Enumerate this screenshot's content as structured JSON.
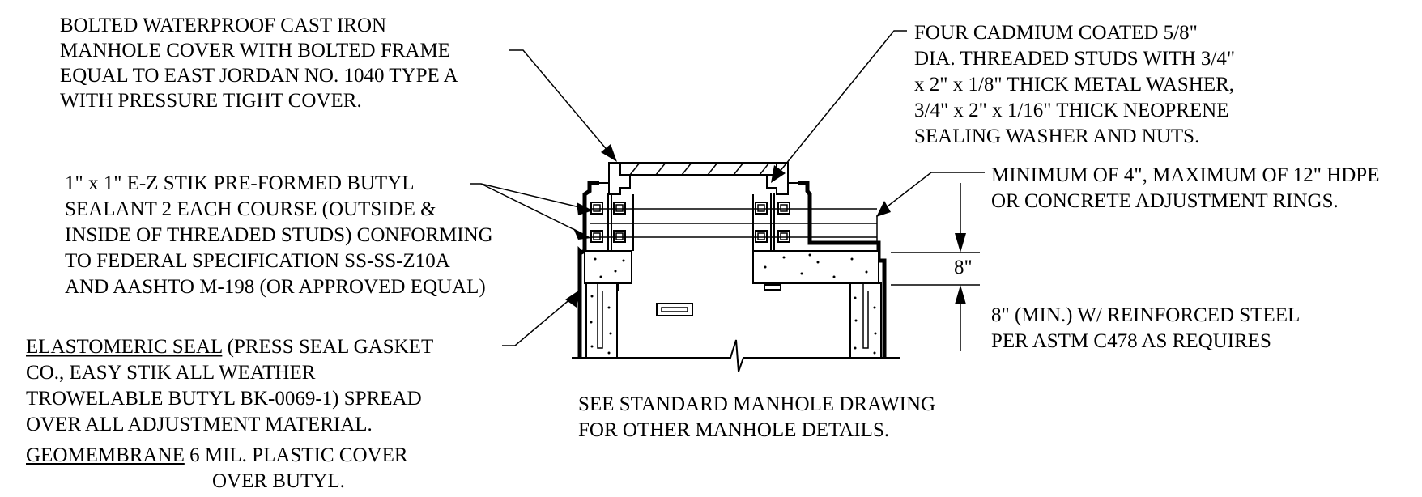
{
  "notes": {
    "cover": {
      "lines": [
        "BOLTED WATERPROOF CAST IRON",
        "MANHOLE COVER WITH BOLTED FRAME",
        "EQUAL TO EAST JORDAN NO. 1040 TYPE A",
        "WITH PRESSURE TIGHT COVER."
      ]
    },
    "studs": {
      "lines": [
        "FOUR CADMIUM COATED 5/8\"",
        "DIA. THREADED STUDS WITH 3/4\"",
        "x 2\" x 1/8\" THICK METAL WASHER,",
        "3/4\" x 2\" x 1/16\" THICK NEOPRENE",
        "SEALING WASHER AND NUTS."
      ]
    },
    "butyl": {
      "lines": [
        "1\" x 1\" E-Z STIK PRE-FORMED BUTYL",
        "SEALANT 2 EACH COURSE (OUTSIDE &",
        "INSIDE OF THREADED STUDS) CONFORMING",
        "TO FEDERAL SPECIFICATION SS-SS-Z10A",
        "AND AASHTO M-198 (OR APPROVED EQUAL)"
      ]
    },
    "rings": {
      "lines": [
        "MINIMUM OF 4\", MAXIMUM OF 12\" HDPE",
        "OR CONCRETE ADJUSTMENT RINGS."
      ]
    },
    "slab": {
      "dimension": "8\"",
      "lines": [
        "8\" (MIN.) W/ REINFORCED STEEL",
        "PER ASTM C478 AS REQUIRES"
      ]
    },
    "seal": {
      "underlined": "ELASTOMERIC SEAL",
      "first_line_rest": " (PRESS SEAL GASKET",
      "lines": [
        "CO., EASY STIK ALL WEATHER",
        "TROWELABLE BUTYL BK-0069-1) SPREAD",
        "OVER ALL ADJUSTMENT  MATERIAL."
      ]
    },
    "geomembrane": {
      "underlined": "GEOMEMBRANE",
      "first_line_rest": " 6 MIL. PLASTIC COVER",
      "second_line": "OVER BUTYL."
    },
    "reference": {
      "lines": [
        "SEE STANDARD MANHOLE DRAWING",
        "FOR OTHER MANHOLE DETAILS."
      ]
    }
  }
}
